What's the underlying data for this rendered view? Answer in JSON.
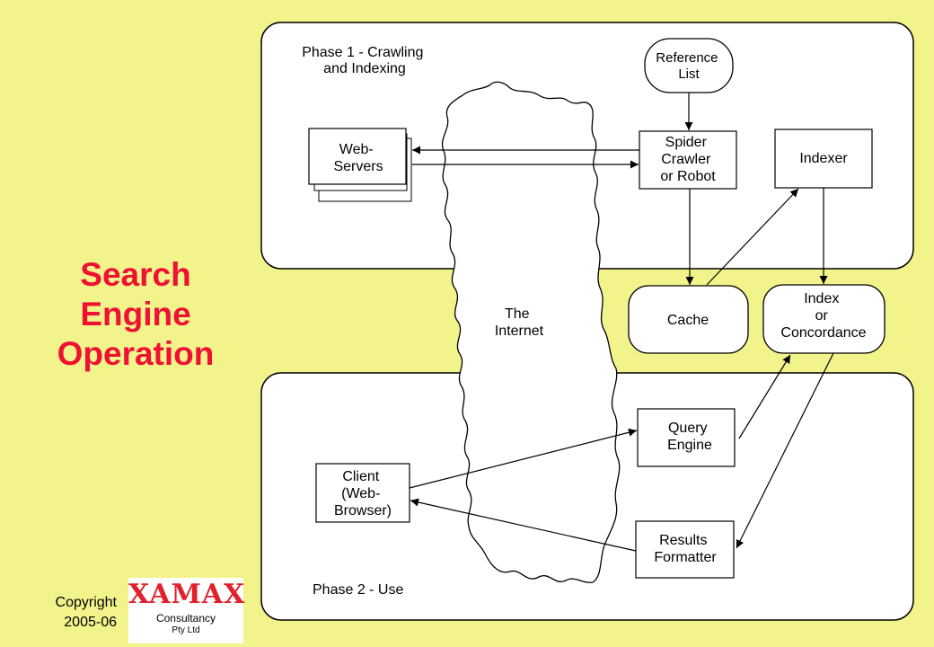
{
  "title": {
    "line1": "Search",
    "line2": "Engine",
    "line3": "Operation"
  },
  "copyright": {
    "line1": "Copyright",
    "line2": "2005-06"
  },
  "logo": {
    "mark": "XAMAX",
    "line1": "Consultancy",
    "line2": "Pty Ltd"
  },
  "phases": {
    "phase1_line1": "Phase 1 - Crawling",
    "phase1_line2": "and Indexing",
    "phase2": "Phase 2 - Use"
  },
  "internet": {
    "line1": "The",
    "line2": "Internet"
  },
  "nodes": {
    "reference_list": {
      "line1": "Reference",
      "line2": "List"
    },
    "web_servers": {
      "line1": "Web-",
      "line2": "Servers"
    },
    "spider": {
      "line1": "Spider",
      "line2": "Crawler",
      "line3": "or Robot"
    },
    "indexer": {
      "line1": "Indexer"
    },
    "cache": {
      "line1": "Cache"
    },
    "index": {
      "line1": "Index",
      "line2": "or",
      "line3": "Concordance"
    },
    "query_engine": {
      "line1": "Query",
      "line2": "Engine"
    },
    "client": {
      "line1": "Client",
      "line2": "(Web-",
      "line3": "Browser)"
    },
    "results_formatter": {
      "line1": "Results",
      "line2": "Formatter"
    }
  },
  "colors": {
    "background": "#f3f38c",
    "title": "#ee1133",
    "panel": "#ffffff",
    "stroke": "#000000"
  }
}
